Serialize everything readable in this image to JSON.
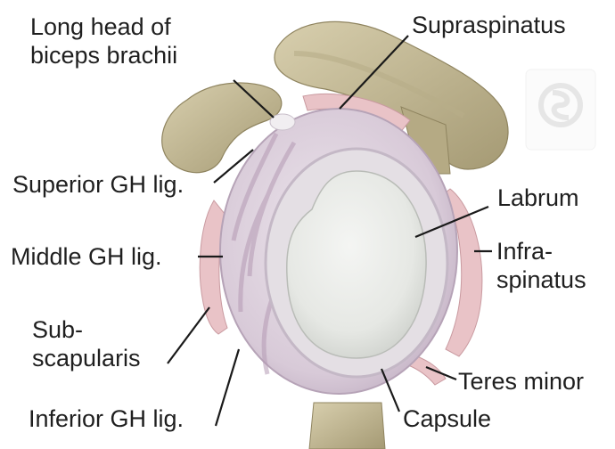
{
  "labels": {
    "long_head": [
      "Long head of",
      "biceps brachii"
    ],
    "supraspinatus": "Supraspinatus",
    "superior_gh": "Superior GH lig.",
    "labrum": "Labrum",
    "middle_gh": "Middle GH lig.",
    "infraspinatus": [
      "Infra-",
      "spinatus"
    ],
    "subscapularis": [
      "Sub-",
      "scapularis"
    ],
    "teres_minor": "Teres minor",
    "inferior_gh": "Inferior GH lig.",
    "capsule": "Capsule"
  },
  "colors": {
    "bone": "#c9bd9a",
    "bone_shadow": "#8f845f",
    "capsule": "#d9cbd8",
    "muscle": "#e9c3c7",
    "cartilage": "#eceeec",
    "leader": "#1a1a1a"
  },
  "icons": {
    "watermark": "medical-logo-icon"
  }
}
